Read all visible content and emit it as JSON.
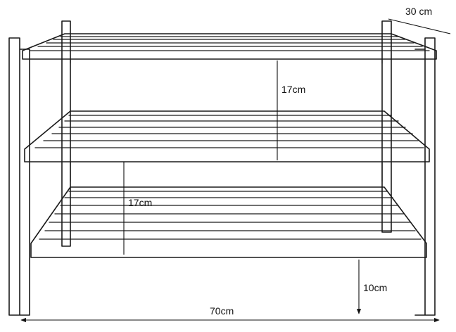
{
  "dimensions": {
    "depth": "30 cm",
    "upper_gap": "17cm",
    "lower_gap": "17cm",
    "floor_clearance": "10cm",
    "width": "70cm"
  },
  "colors": {
    "line": "#1a1a1a",
    "background": "#ffffff"
  }
}
